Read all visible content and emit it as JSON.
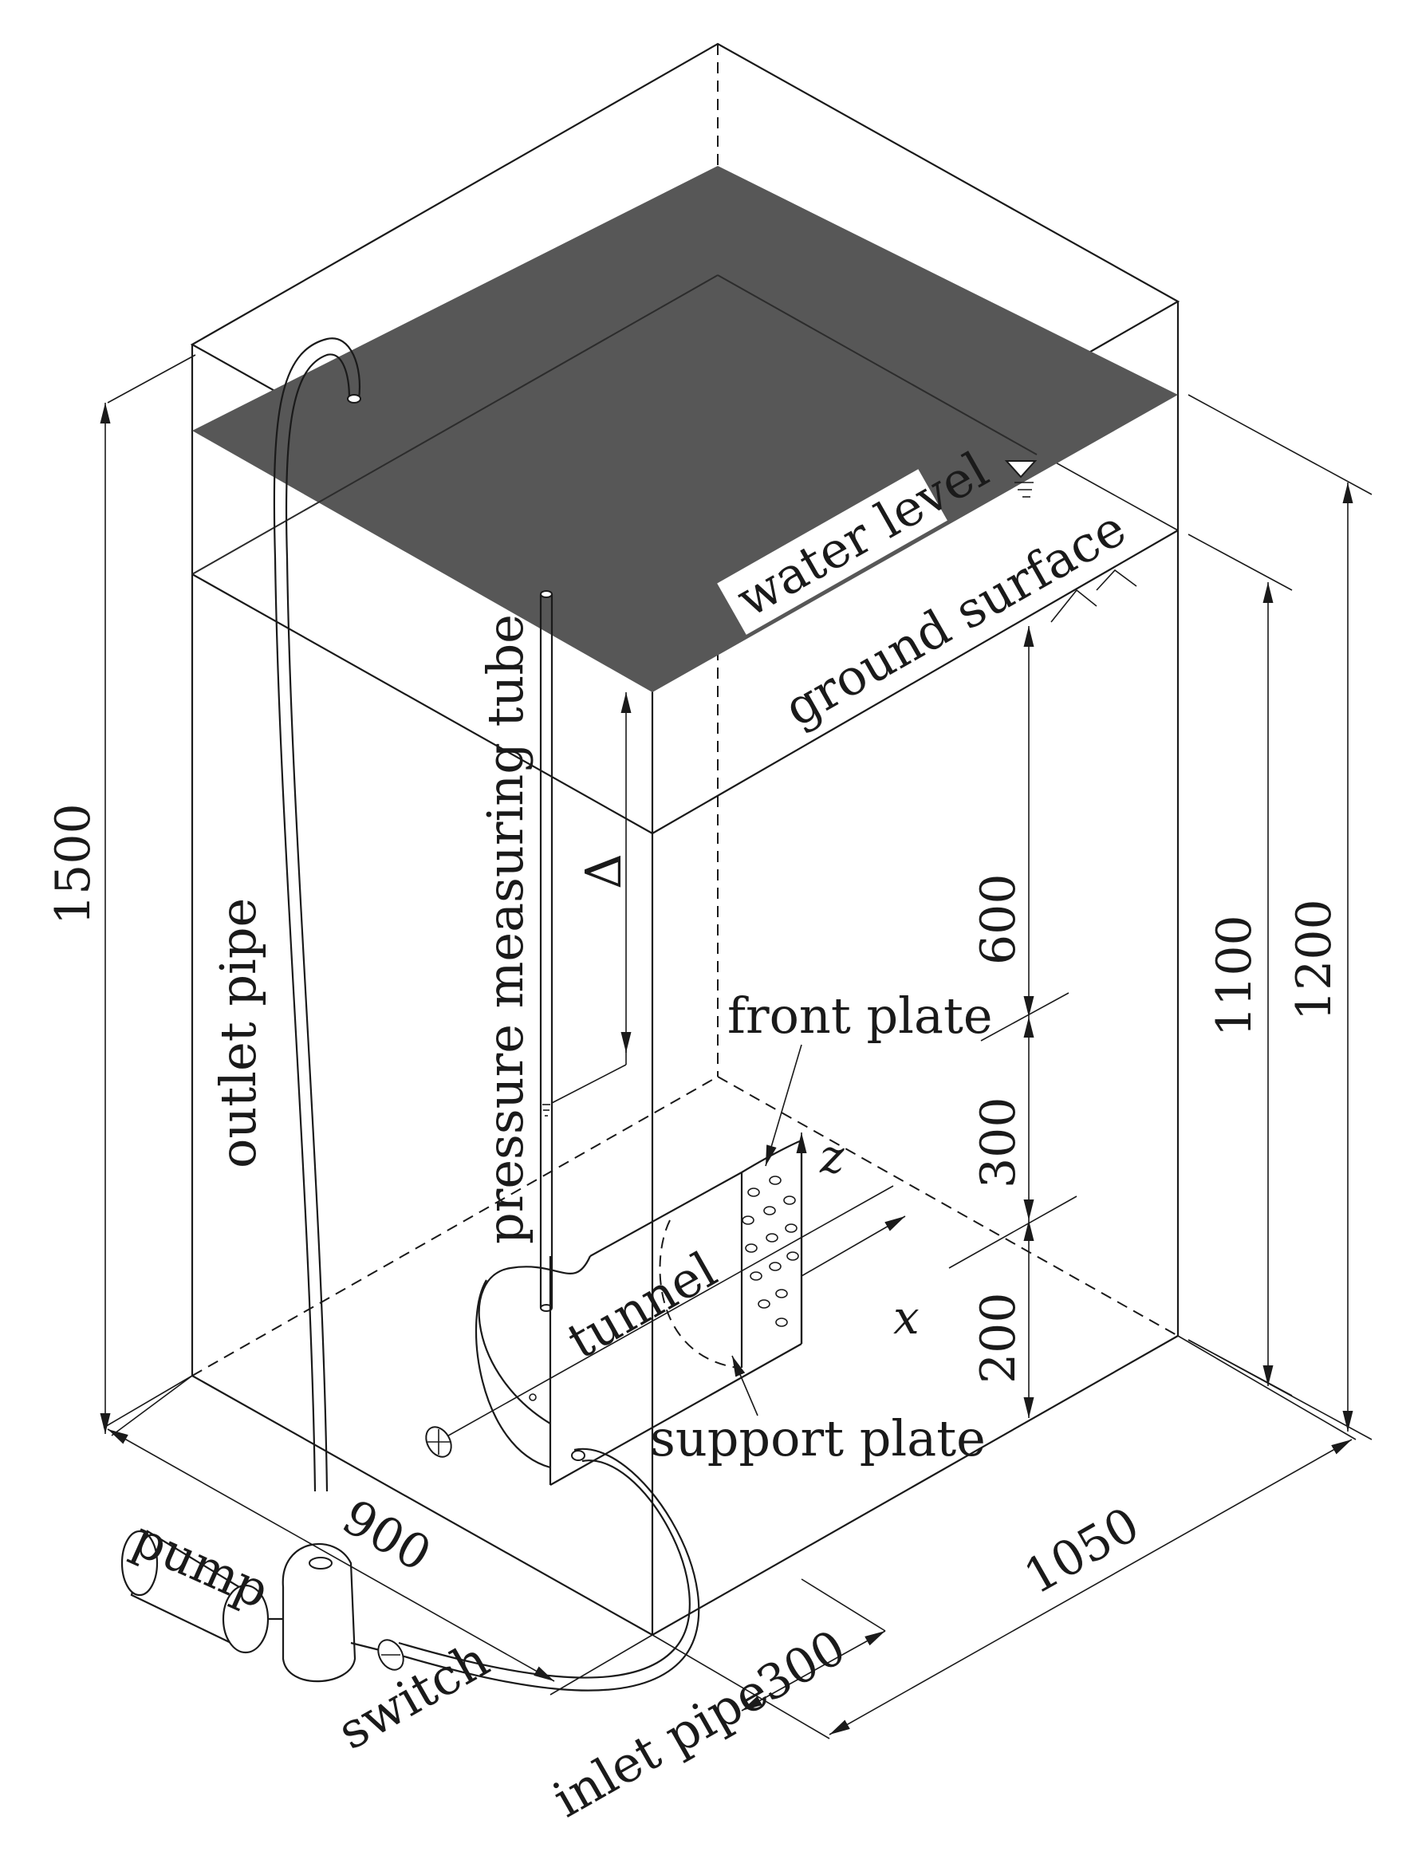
{
  "labels": {
    "water_level": "water level",
    "ground_surface": "ground surface",
    "pressure_tube": "pressure measuring tube",
    "outlet_pipe": "outlet pipe",
    "front_plate": "front plate",
    "support_plate": "support plate",
    "tunnel": "tunnel",
    "pump": "pump",
    "switch": "switch",
    "inlet_pipe": "inlet pipe",
    "delta": "Δ",
    "axis_x": "x",
    "axis_z": "z"
  },
  "dimensions": {
    "height_total": "1500",
    "depth_600": "600",
    "depth_300": "300",
    "depth_200": "200",
    "height_1100": "1100",
    "height_1200": "1200",
    "width_900": "900",
    "width_300": "300",
    "length_1050": "1050"
  },
  "colors": {
    "water": "#575757",
    "line": "#1a1a1a",
    "background": "#ffffff"
  }
}
